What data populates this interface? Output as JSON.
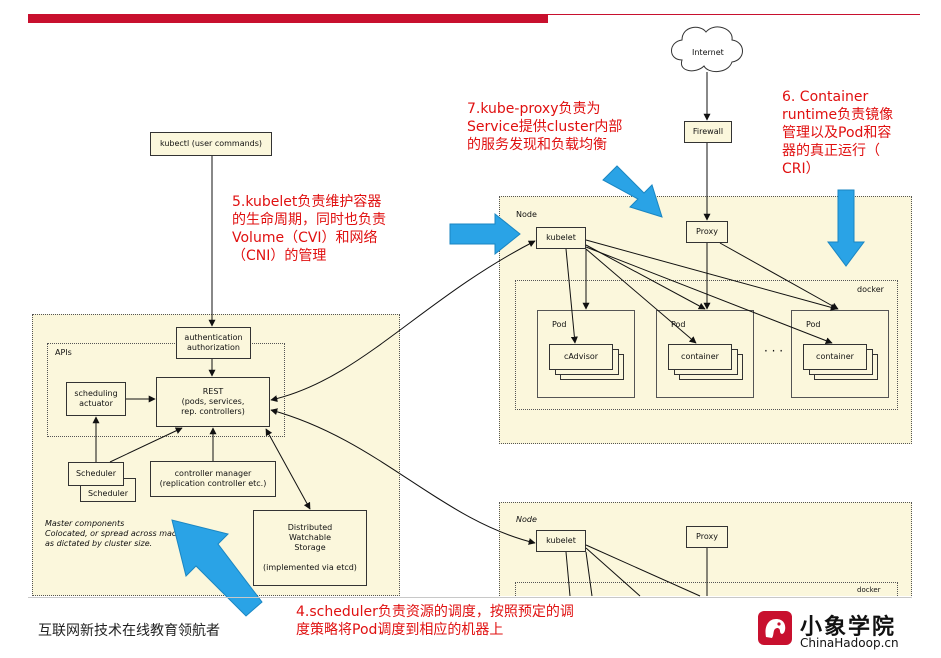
{
  "diagram": {
    "master": {
      "kubectl": "kubectl (user commands)",
      "auth": "authentication\nauthorization",
      "apis_label": "APIs",
      "rest": "REST\n(pods, services,\nrep. controllers)",
      "scheduling": "scheduling\nactuator",
      "scheduler_front": "Scheduler",
      "scheduler_back": "Scheduler",
      "controller_manager": "controller manager\n(replication controller etc.)",
      "master_desc": "Master components\nColocated, or spread across machines,\nas dictated by cluster size.",
      "storage": "Distributed\nWatchable\nStorage\n\n(implemented via etcd)"
    },
    "internet": "Internet",
    "firewall": "Firewall",
    "node1": {
      "label": "Node",
      "kubelet": "kubelet",
      "proxy": "Proxy",
      "docker": "docker",
      "pods": [
        {
          "label": "Pod",
          "container": "cAdvisor"
        },
        {
          "label": "Pod",
          "container": "container"
        },
        {
          "label": "Pod",
          "container": "container"
        }
      ],
      "ellipsis": "· · ·"
    },
    "node2": {
      "label": "Node",
      "kubelet": "kubelet",
      "proxy": "Proxy",
      "docker": "docker"
    }
  },
  "annotations": {
    "a5": "5.kubelet负责维护容器\n的生命周期，同时也负责\nVolume（CVI）和网络\n（CNI）的管理",
    "a7": "7.kube-proxy负责为\nService提供cluster内部\n的服务发现和负载均衡",
    "a6": "6. Container\nruntime负责镜像\n管理以及Pod和容\n器的真正运行（\nCRI）",
    "a4": "4.scheduler负责资源的调度，按照预定的调\n度策略将Pod调度到相应的机器上"
  },
  "footer": {
    "left_text": "互联网新技术在线教育领航者",
    "logo_cn": "小象学院",
    "logo_en": "ChinaHadoop.cn"
  },
  "colors": {
    "accent_red": "#c8102e",
    "annotation_red": "#e01010",
    "arrow_blue": "#2aa3e6",
    "panel_fill": "#fbf7dc"
  }
}
